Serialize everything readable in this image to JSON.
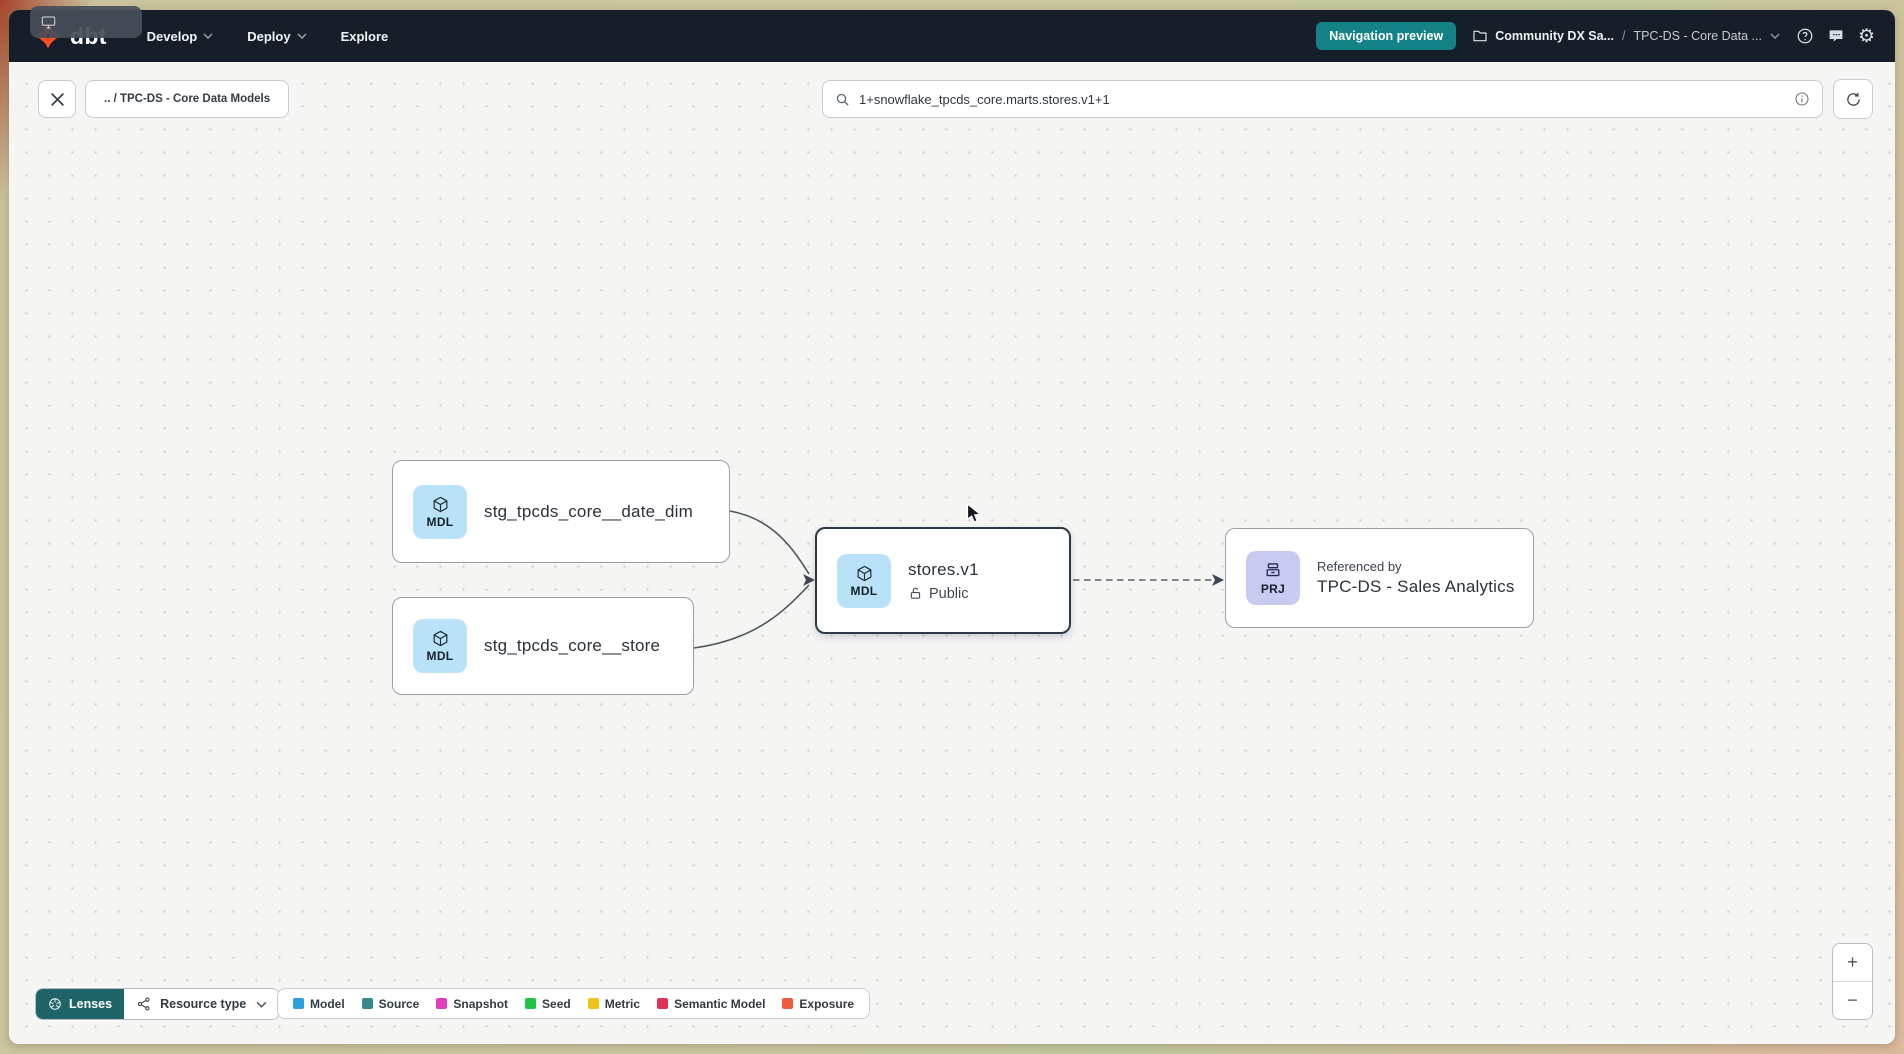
{
  "colors": {
    "accent_teal": "#148287",
    "navbar_bg": "#161e29",
    "brand_orange": "#ff4c26",
    "model_badge_bg": "#b9e2f8",
    "project_badge_bg": "#c7cbf2",
    "selected_node_border": "#2d3b49"
  },
  "navbar": {
    "logo_text": "dbt",
    "menus": [
      {
        "label": "Develop"
      },
      {
        "label": "Deploy"
      },
      {
        "label": "Explore"
      }
    ],
    "preview_badge": "Navigation preview",
    "breadcrumb": {
      "project": "Community DX Sa...",
      "separator": "/",
      "current": "TPC-DS - Core Data ..."
    }
  },
  "toolbar": {
    "path_chip": ".. / TPC-DS - Core Data Models",
    "search_value": "1+snowflake_tpcds_core.marts.stores.v1+1"
  },
  "graph": {
    "nodes": [
      {
        "badge": "MDL",
        "label": "stg_tpcds_core__date_dim"
      },
      {
        "badge": "MDL",
        "label": "stg_tpcds_core__store"
      },
      {
        "badge": "MDL",
        "label": "stores.v1",
        "access": "Public"
      },
      {
        "badge": "PRJ",
        "kicker": "Referenced by",
        "label": "TPC-DS - Sales Analytics"
      }
    ]
  },
  "footer": {
    "lenses_label": "Lenses",
    "resource_type_label": "Resource type",
    "legend": [
      {
        "label": "Model",
        "color": "#27a0dc"
      },
      {
        "label": "Source",
        "color": "#38898b"
      },
      {
        "label": "Snapshot",
        "color": "#e13ebc"
      },
      {
        "label": "Seed",
        "color": "#1fc242"
      },
      {
        "label": "Metric",
        "color": "#edc419"
      },
      {
        "label": "Semantic Model",
        "color": "#e22f56"
      },
      {
        "label": "Exposure",
        "color": "#eb5d3b"
      }
    ]
  },
  "zoom_controls": {
    "zoom_in": "+",
    "zoom_out": "−"
  }
}
